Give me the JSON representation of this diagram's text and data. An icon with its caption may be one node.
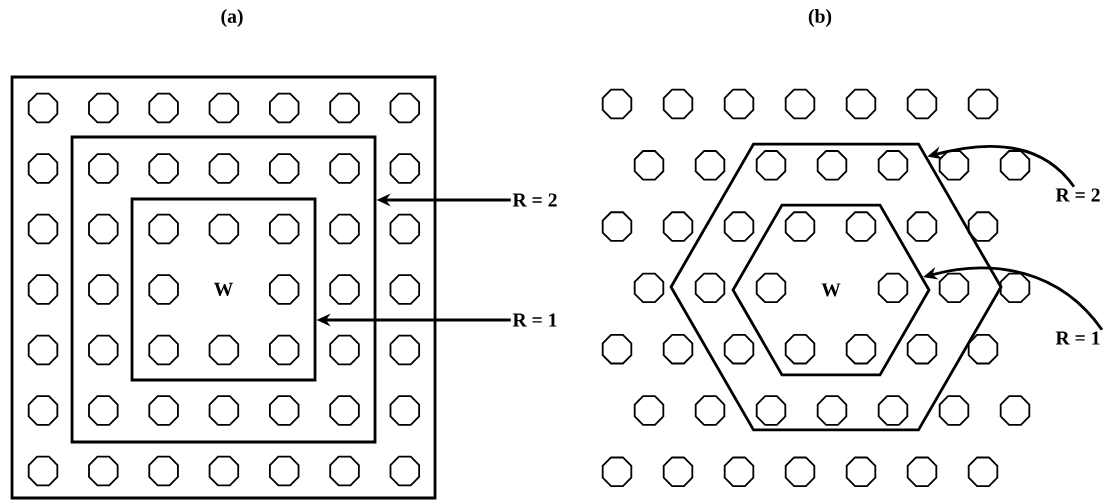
{
  "diagram": {
    "nodes": [
      {
        "text": [],
        "shape": "box"
      },
      {
        "text": [],
        "shape": "box",
        "in": 0
      },
      {
        "text": [
          "W"
        ],
        "in": 1
      },
      {
        "text": [
          "R = 2"
        ]
      },
      {
        "text": [
          "R = 1"
        ]
      },
      {
        "text": [],
        "shape": "hexagon"
      },
      {
        "text": [
          "W"
        ],
        "in": 5
      },
      {
        "text": [
          "R = 2"
        ]
      },
      {
        "text": [
          "R = 1"
        ]
      }
    ],
    "edges": [
      {
        "from": 3,
        "to": 1,
        "arrow": "to"
      },
      {
        "from": 4,
        "to": 2,
        "arrow": "to"
      },
      {
        "from": 7,
        "to": 5,
        "arrow": "to"
      },
      {
        "from": 8,
        "to": 6,
        "arrow": "to"
      }
    ],
    "labels": [
      "(a)",
      "(b)"
    ]
  }
}
